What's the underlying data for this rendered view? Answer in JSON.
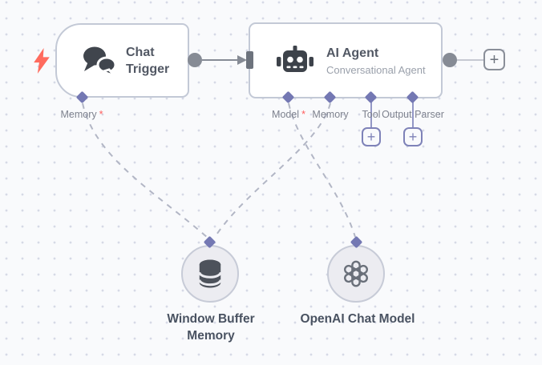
{
  "colors": {
    "canvas_bg": "#f9fafc",
    "grid_dot": "#d6d9e6",
    "node_border": "#c3c9d6",
    "icon_dark": "#40454d",
    "trigger_bolt_red": "#ff6b5e",
    "required_red": "#ff5d5d",
    "diamond_purple": "#7478b3",
    "plus_purple": "#7e82b8",
    "connector_gray": "#868b95",
    "dash_gray": "#b2b6c5"
  },
  "trigger_node": {
    "title": "Chat Trigger",
    "port": {
      "label": "Memory",
      "required": "*"
    }
  },
  "agent_node": {
    "title": "AI Agent",
    "subtitle": "Conversational Agent",
    "ports": [
      {
        "label": "Model",
        "required": "*"
      },
      {
        "label": "Memory",
        "required": ""
      },
      {
        "label": "Tool",
        "required": ""
      },
      {
        "label": "Output Parser",
        "required": ""
      }
    ]
  },
  "sub_nodes": [
    {
      "label": "Window Buffer Memory"
    },
    {
      "label": "OpenAI Chat Model"
    }
  ],
  "ui": {
    "plus": "+"
  }
}
